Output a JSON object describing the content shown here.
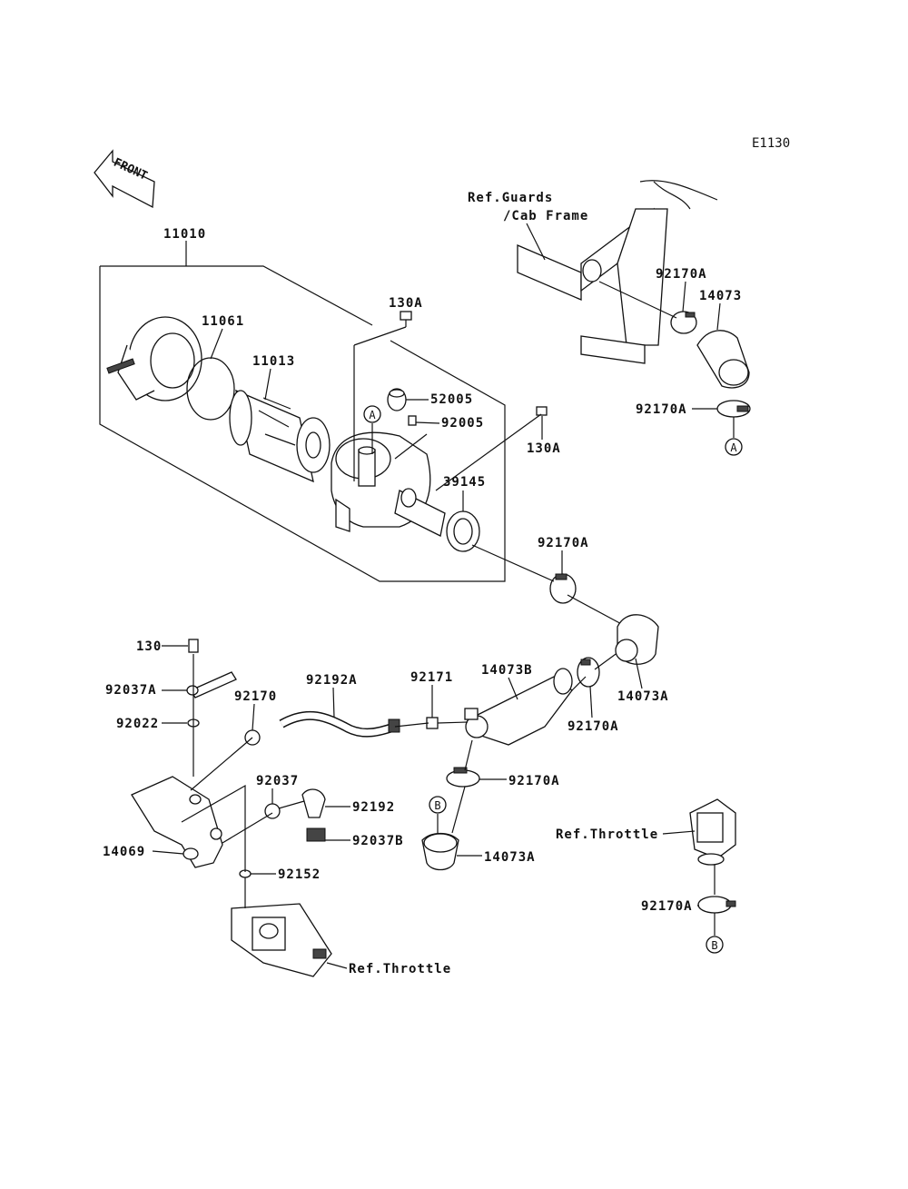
{
  "diagram_id": "E1130",
  "front_label": "FRONT",
  "labels": {
    "p11010": "11010",
    "p11061": "11061",
    "p11013": "11013",
    "p130A_a": "130A",
    "p130A_b": "130A",
    "p52005": "52005",
    "p92005": "92005",
    "p39145": "39145",
    "p92170A_1": "92170A",
    "p92170A_2": "92170A",
    "p92170A_3": "92170A",
    "p92170A_4": "92170A",
    "p92170A_5": "92170A",
    "p92170A_6": "92170A",
    "p14073": "14073",
    "p14073A_1": "14073A",
    "p14073A_2": "14073A",
    "p14073B": "14073B",
    "p130": "130",
    "p92037A": "92037A",
    "p92022": "92022",
    "p92170": "92170",
    "p92192A": "92192A",
    "p92171": "92171",
    "p92037": "92037",
    "p92192": "92192",
    "p92037B": "92037B",
    "p14069": "14069",
    "p92152": "92152",
    "ref_guards_1": "Ref.Guards",
    "ref_guards_2": "/Cab Frame",
    "ref_throttle_1": "Ref.Throttle",
    "ref_throttle_2": "Ref.Throttle"
  },
  "markers": {
    "A1": "A",
    "A2": "A",
    "B1": "B",
    "B2": "B"
  }
}
